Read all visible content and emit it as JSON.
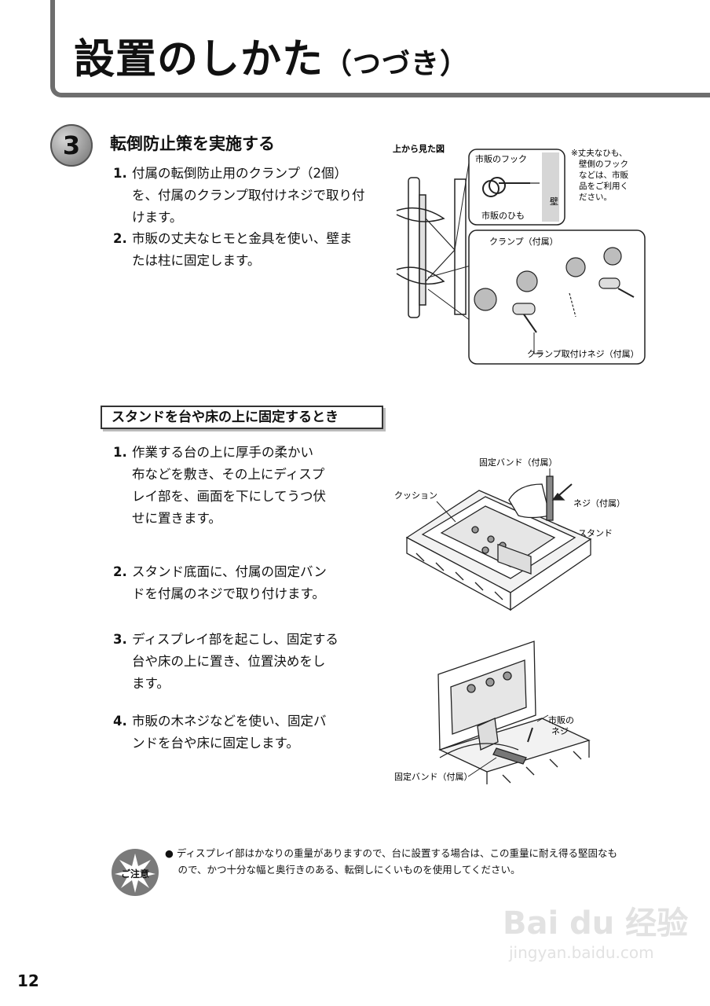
{
  "header": {
    "title_main": "設置のしかた",
    "title_sub": "（つづき）"
  },
  "step3": {
    "number": "3",
    "title": "転倒防止策を実施する",
    "items": [
      {
        "num": "1.",
        "lines": [
          "付属の転倒防止用のクランプ（2個）",
          "を、付属のクランプ取付けネジで取り付",
          "けます。"
        ]
      },
      {
        "num": "2.",
        "lines": [
          "市販の丈夫なヒモと金具を使い、壁ま",
          "たは柱に固定します。"
        ]
      }
    ],
    "figure": {
      "view_label": "上から見た図",
      "hook_label": "市販のフック",
      "wall_label": "壁",
      "string_label": "市販のひも",
      "note_lines": [
        "※丈夫なひも、",
        "壁側のフック",
        "などは、市販",
        "品をご利用く",
        "ださい。"
      ],
      "clamp_label": "クランプ（付属）",
      "clamp_screw_label": "クランプ取付けネジ（付属）"
    }
  },
  "stand_section": {
    "heading": "スタンドを台や床の上に固定するとき",
    "items": [
      {
        "num": "1.",
        "lines": [
          "作業する台の上に厚手の柔かい",
          "布などを敷き、その上にディスプ",
          "レイ部を、画面を下にしてうつ伏",
          "せに置きます。"
        ]
      },
      {
        "num": "2.",
        "lines": [
          "スタンド底面に、付属の固定バン",
          "ドを付属のネジで取り付けます。"
        ]
      },
      {
        "num": "3.",
        "lines": [
          "ディスプレイ部を起こし、固定する",
          "台や床の上に置き、位置決めをし",
          "ます。"
        ]
      },
      {
        "num": "4.",
        "lines": [
          "市販の木ネジなどを使い、固定バ",
          "ンドを台や床に固定します。"
        ]
      }
    ],
    "figure1": {
      "band_label": "固定バンド（付属）",
      "cushion_label": "クッション",
      "screw_label": "ネジ（付属）",
      "stand_label": "スタンド"
    },
    "figure2": {
      "wood_screw_label_lines": [
        "市販の",
        "ネジ"
      ],
      "band_label": "固定バンド（付属）"
    }
  },
  "caution": {
    "badge": "ご注意",
    "lines": [
      "● ディスプレイ部はかなりの重量がありますので、台に設置する場合は、この重量に耐え得る堅固なも",
      "　 ので、かつ十分な幅と奥行きのある、転倒しにくいものを使用してください。"
    ]
  },
  "footer": {
    "page_number": "12",
    "watermark": "Bai du 经验",
    "watermark_url": "jingyan.baidu.com"
  }
}
